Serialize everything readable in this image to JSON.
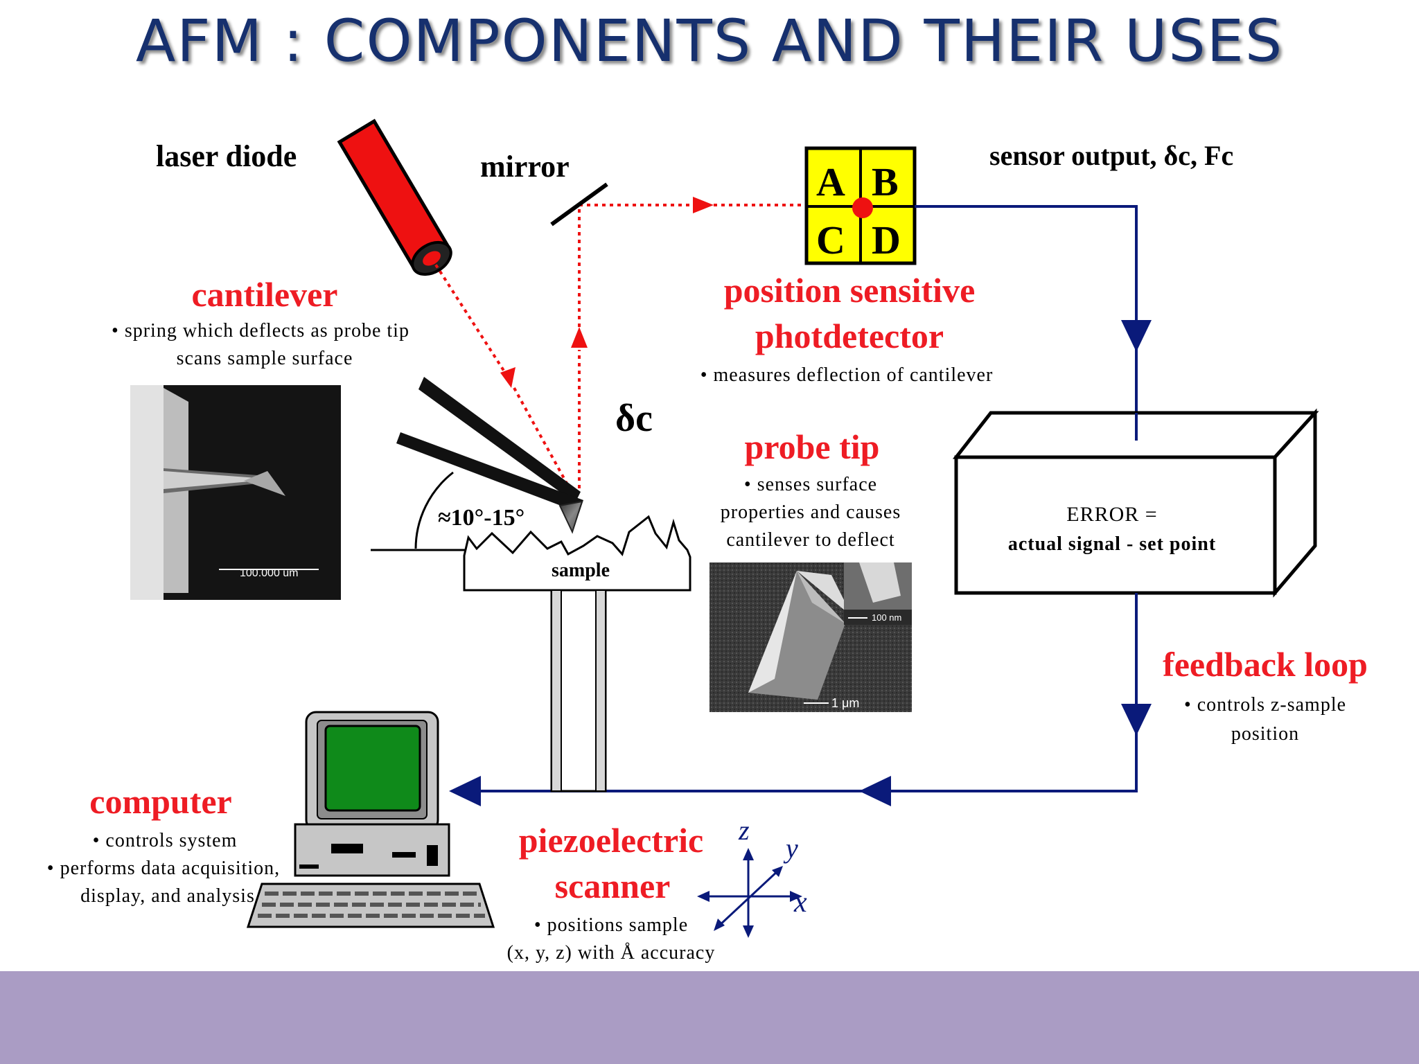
{
  "slide": {
    "title": "AFM : COMPONENTS AND THEIR USES"
  },
  "laser": {
    "label": "laser diode"
  },
  "mirror": {
    "label": "mirror"
  },
  "cantilever": {
    "title": "cantilever",
    "desc_line1": "• spring which deflects as probe tip",
    "desc_line2": "scans sample surface",
    "image_scale": "100.000 um"
  },
  "photodetector": {
    "title_line1": "position sensitive",
    "title_line2": "photdetector",
    "desc": "• measures deflection of cantilever",
    "quadrants": [
      "A",
      "B",
      "C",
      "D"
    ],
    "output_label": "sensor output, δc, Fc"
  },
  "deflection": {
    "label": "δc",
    "angle": "≈10°-15°"
  },
  "sample": {
    "label": "sample"
  },
  "probe_tip": {
    "title": "probe tip",
    "desc_line1": "• senses surface",
    "desc_line2": "properties and causes",
    "desc_line3": "cantilever to deflect",
    "scale_large": "1 μm",
    "scale_small": "100 nm"
  },
  "error_box": {
    "line1": "ERROR =",
    "line2": "actual signal - set point"
  },
  "feedback": {
    "title": "feedback loop",
    "desc_line1": "• controls z-sample",
    "desc_line2": "position"
  },
  "computer": {
    "title": "computer",
    "desc_line1": "• controls system",
    "desc_line2": "• performs data acquisition,",
    "desc_line3": "display, and analysis"
  },
  "scanner": {
    "title_line1": "piezoelectric",
    "title_line2": "scanner",
    "desc_line1": "• positions sample",
    "desc_line2": "(x, y, z) with Å accuracy",
    "axis_x": "x",
    "axis_y": "y",
    "axis_z": "z"
  },
  "colors": {
    "title": "#16306e",
    "label_red": "#ee1c24",
    "arrow_blue": "#0a1a7a",
    "laser_red": "#ee1111",
    "detector_yellow": "#ffff00",
    "footer": "#aa9cc4",
    "screen_green": "#0f8a1a"
  }
}
